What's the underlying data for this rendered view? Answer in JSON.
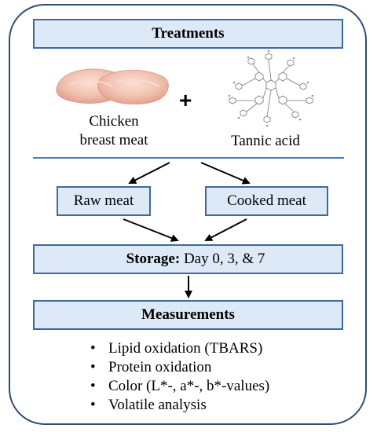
{
  "treatments": {
    "title": "Treatments"
  },
  "ingredients": {
    "chicken_line1": "Chicken",
    "chicken_line2": "breast meat",
    "plus": "+",
    "tannic": "Tannic acid"
  },
  "groups": {
    "raw": "Raw meat",
    "cooked": "Cooked meat"
  },
  "storage": {
    "label": "Storage:",
    "days": " Day 0, 3, & 7"
  },
  "measurements": {
    "title": "Measurements",
    "items": [
      "Lipid oxidation (TBARS)",
      "Protein oxidation",
      "Color (L*-, a*-, b*-values)",
      "Volatile analysis"
    ]
  },
  "colors": {
    "box_fill": "#dde9f6",
    "box_border": "#3d6a9e",
    "frame": "#2f4b6e",
    "separator": "#4a7cc0"
  }
}
